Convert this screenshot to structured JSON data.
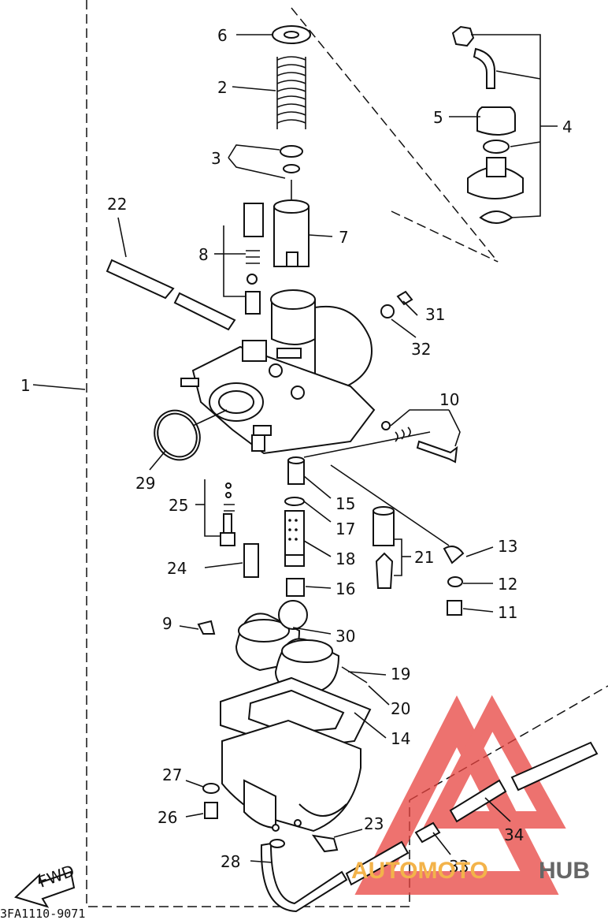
{
  "callouts": [
    {
      "id": "c1",
      "text": "1"
    },
    {
      "id": "c2",
      "text": "2"
    },
    {
      "id": "c3",
      "text": "3"
    },
    {
      "id": "c4",
      "text": "4"
    },
    {
      "id": "c5",
      "text": "5"
    },
    {
      "id": "c6",
      "text": "6"
    },
    {
      "id": "c7",
      "text": "7"
    },
    {
      "id": "c8",
      "text": "8"
    },
    {
      "id": "c9",
      "text": "9"
    },
    {
      "id": "c10",
      "text": "10"
    },
    {
      "id": "c11",
      "text": "11"
    },
    {
      "id": "c12",
      "text": "12"
    },
    {
      "id": "c13",
      "text": "13"
    },
    {
      "id": "c14",
      "text": "14"
    },
    {
      "id": "c15",
      "text": "15"
    },
    {
      "id": "c16",
      "text": "16"
    },
    {
      "id": "c17",
      "text": "17"
    },
    {
      "id": "c18",
      "text": "18"
    },
    {
      "id": "c19",
      "text": "19"
    },
    {
      "id": "c20",
      "text": "20"
    },
    {
      "id": "c21",
      "text": "21"
    },
    {
      "id": "c22",
      "text": "22"
    },
    {
      "id": "c23",
      "text": "23"
    },
    {
      "id": "c24",
      "text": "24"
    },
    {
      "id": "c25",
      "text": "25"
    },
    {
      "id": "c26",
      "text": "26"
    },
    {
      "id": "c27",
      "text": "27"
    },
    {
      "id": "c28",
      "text": "28"
    },
    {
      "id": "c29",
      "text": "29"
    },
    {
      "id": "c30",
      "text": "30"
    },
    {
      "id": "c31",
      "text": "31"
    },
    {
      "id": "c32",
      "text": "32"
    },
    {
      "id": "c33",
      "text": "33"
    },
    {
      "id": "c34",
      "text": "34"
    }
  ],
  "fwd_label": "FWD",
  "drawing_code": "3FA1110-9071",
  "watermark": {
    "text_a": "AUTOMOTO",
    "text_b": "HUB",
    "color": "#e8433f"
  }
}
